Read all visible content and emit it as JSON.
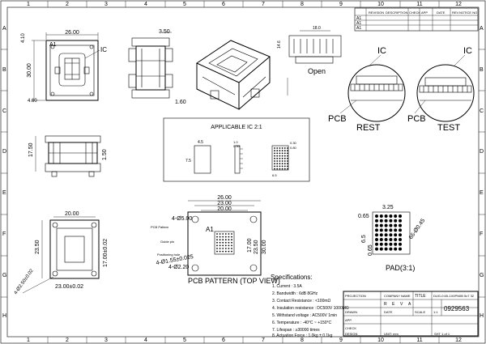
{
  "grid": {
    "columns": [
      "1",
      "2",
      "3",
      "4",
      "5",
      "6",
      "7",
      "8",
      "9",
      "10",
      "11",
      "12"
    ],
    "rows": [
      "A",
      "B",
      "C",
      "D",
      "E",
      "F",
      "G",
      "H"
    ]
  },
  "revision_table": {
    "headers": [
      "REVISION",
      "DESCRIPTION",
      "CHECK",
      "APP",
      "DATE",
      "REV.NOTICE NO"
    ],
    "rows": [
      "A1",
      "A1",
      "A1"
    ]
  },
  "top_view": {
    "width": "26.00",
    "height": "30.00",
    "marker": "A1",
    "ic_label": "IC",
    "dim_left_top": "4.10",
    "dim_left_bottom": "4.60"
  },
  "side_view": {
    "dim_top": "3.50",
    "dim_bottom": "1.60"
  },
  "open_view": {
    "label": "Open",
    "dim_top": "18.0",
    "dim_left": "14.6"
  },
  "rest_view": {
    "ic": "IC",
    "pcb": "PCB",
    "state": "REST"
  },
  "test_view": {
    "ic": "IC",
    "pcb": "PCB",
    "state": "TEST"
  },
  "applicable_ic": {
    "title": "APPLICABLE IC 2:1",
    "dims": [
      "4.5",
      "7.5",
      "1.0",
      "0.30",
      "0.30",
      "0.80",
      "6.5"
    ]
  },
  "front_view": {
    "dim_left": "17.50",
    "dim_right": "1.50"
  },
  "bottom_view": {
    "width": "20.00",
    "height": "23.50",
    "dim_bottom": "23.00±0.02",
    "dim_right": "17.00±0.02",
    "dim_diag": "4-Ø2.50±0.02"
  },
  "pcb_pattern": {
    "title": "PCB PATTERN (TOP VIEW)",
    "dim_outer": "26.00",
    "dim_inner1": "23.00",
    "dim_inner2": "20.00",
    "hole1": "4-Ø5.00",
    "hole2": "4-Ø1.55±0.025",
    "hole3": "4-Ø2.20",
    "dim_v1": "17.00",
    "dim_v2": "23.50",
    "dim_v3": "30.00",
    "marker": "A1",
    "notes": [
      "PCB Pattern",
      "Guide pin",
      "Positioning hole"
    ]
  },
  "pad": {
    "title": "PAD(3:1)",
    "dim_top": "3.25",
    "dim_left": "0.65",
    "dim_pitch": "66-Ø0.45",
    "dim_side": "6.5",
    "dim_side2": "0.65"
  },
  "specifications": {
    "title": "Specifications:",
    "items": [
      "1. Current : 3.5A",
      "2. Bandwidth : 6dB 8GHz",
      "3. Contact Resistance : <100mΩ",
      "4. Insulation resistance : DC500V 1000MΩ",
      "5. Withstand voltage : AC500V 1min",
      "6. Temperature : -40°C ~ +150°C",
      "7. Lifespan : ≥30000 times",
      "8. Actuation Force : 1.0kg ± 0.1kg"
    ]
  },
  "title_block": {
    "projection": "PROJECTION",
    "company": "COMPANY NAME",
    "title_label": "TITLE",
    "title": "DUG-0.65-1X0PN0B 5x7 32",
    "rev_labels": [
      "R",
      "E",
      "V",
      "A"
    ],
    "rows": [
      [
        "DRAWN",
        "",
        "DATE",
        "",
        "SCALE",
        "1:1"
      ],
      [
        "APP.",
        "",
        "",
        "",
        "",
        ""
      ],
      [
        "CHECK",
        "",
        "",
        "",
        "",
        ""
      ],
      [
        "DESIGN",
        "",
        "",
        "",
        "",
        ""
      ]
    ],
    "drawing_no": "0929563",
    "unit": "UNIT: mm",
    "sheet": "SHT 1 of 1"
  }
}
